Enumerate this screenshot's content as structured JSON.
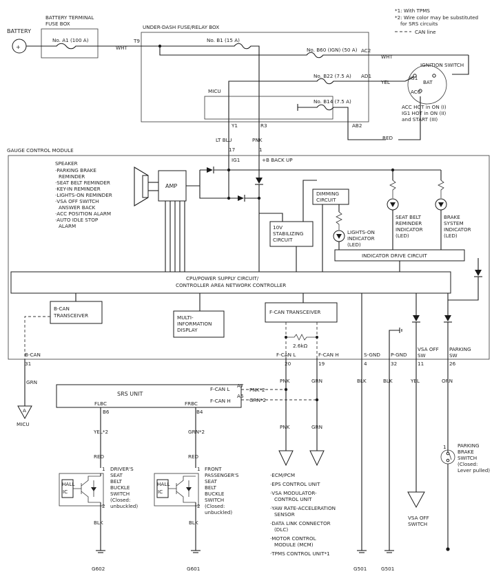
{
  "notes": {
    "n1": "*1: With TPMS",
    "n2a": "*2: Wire color may be substituted",
    "n2b": "for SRS circuits",
    "n3": "CAN line"
  },
  "battery": "BATTERY",
  "battery_fuse_box": {
    "l1": "BATTERY TERMINAL",
    "l2": "FUSE BOX",
    "fuse": "No. A1 (100 A)",
    "wire": "WHT",
    "pin": "T9"
  },
  "underdash": {
    "title": "UNDER-DASH FUSE/RELAY BOX",
    "fuse_b1": "No. B1 (15 A)",
    "fuse_b60": "No. B60 (IGN) (50 A)",
    "fuse_b22": "No. B22 (7.5 A)",
    "fuse_b14": "No. B14 (7.5 A)",
    "micu": "MICU",
    "pin_ac2": "AC2",
    "pin_ad1": "AD1",
    "pin_ab2": "AB2",
    "pin_y1": "Y1",
    "pin_r3": "R3",
    "w_wht": "WHT",
    "w_yel": "YEL",
    "w_red": "RED"
  },
  "ignition": {
    "title": "IGNITION SWITCH",
    "ig1": "IG1",
    "bat": "BAT",
    "acc": "ACC",
    "note1": "ACC HOT in ON (I)",
    "note2": "IG1 HOT in ON (II)",
    "note3": "and START (III)"
  },
  "gcm": {
    "title": "GAUGE CONTROL MODULE",
    "w_ltblu": "LT BLU",
    "w_pnk": "PNK",
    "pin17": "17",
    "pin1": "1",
    "ig1": "IG1",
    "backup": "+B BACK UP",
    "speaker": "SPEAKER",
    "speaker_items": [
      "·PARKING BRAKE",
      "REMINDER",
      "·SEAT BELT REMINDER",
      "·KEY-IN REMINDER",
      "·LIGHTS-ON REMINDER",
      "·VSA OFF SWITCH",
      "ANSWER BACK",
      "·ACC POSITION ALARM",
      "·AUTO IDLE STOP",
      "ALARM"
    ],
    "amp": "AMP",
    "dimming": [
      "DIMMING",
      "CIRCUIT"
    ],
    "stab": [
      "10V",
      "STABILIZING",
      "CIRCUIT"
    ],
    "lights_on": [
      "LIGHTS-ON",
      "INDICATOR",
      "(LED)"
    ],
    "seat_belt": [
      "SEAT BELT",
      "REMINDER",
      "INDICATOR",
      "(LED)"
    ],
    "brake": [
      "BRAKE",
      "SYSTEM",
      "INDICATOR",
      "(LED)"
    ],
    "indicator_drive": "INDICATOR DRIVE CIRCUIT",
    "cpu": [
      "CPU/POWER SUPPLY CIRCUIT/",
      "CONTROLLER AREA NETWORK CONTROLLER"
    ],
    "bcan": [
      "B-CAN",
      "TRANSCEIVER"
    ],
    "multi": [
      "MULTI-",
      "INFORMATION",
      "DISPLAY"
    ],
    "fcan": "F-CAN TRANSCEIVER",
    "resistor": "2.6kΩ",
    "pins": [
      {
        "name": "B-CAN",
        "num": "31",
        "wire": "GRN"
      },
      {
        "name": "F-CAN L",
        "num": "20",
        "wire": "PNK"
      },
      {
        "name": "F-CAN H",
        "num": "19",
        "wire": "GRN"
      },
      {
        "name": "S-GND",
        "num": "4",
        "wire": "BLK"
      },
      {
        "name": "P-GND",
        "num": "32",
        "wire": "BLK"
      },
      {
        "name": "VSA OFF",
        "name2": "SW",
        "num": "11",
        "wire": "YEL"
      },
      {
        "name": "PARKING",
        "name2": "SW",
        "num": "26",
        "wire": "ORN"
      }
    ]
  },
  "micu_conn": {
    "letter": "A",
    "label": "MICU"
  },
  "srs": {
    "title": "SRS UNIT",
    "flbc": "FLBC",
    "frbc": "FRBC",
    "fcanl": "F-CAN L",
    "fcanh": "F-CAN H",
    "pin_a7": "A7",
    "pin_a6": "A6",
    "pin_b6": "B6",
    "pin_b4": "B4",
    "w_pnk2": "PNK*2",
    "w_grn2": "GRN*2",
    "w_yel2": "YEL*2"
  },
  "driver_switch": {
    "w_red": "RED",
    "pin1": "1",
    "pin2": "2",
    "hall": "HALL",
    "ic": "IC",
    "label": [
      "DRIVER'S",
      "SEAT",
      "BELT",
      "BUCKLE",
      "SWITCH",
      "(Closed:",
      "unbuckled)"
    ],
    "w_blk": "BLK",
    "ground": "G602"
  },
  "pass_switch": {
    "w_red": "RED",
    "pin1": "1",
    "pin2": "2",
    "hall": "HALL",
    "ic": "IC",
    "label": [
      "FRONT",
      "PASSENGER'S",
      "SEAT",
      "BELT",
      "BUCKLE",
      "SWITCH",
      "(Closed:",
      "unbuckled)"
    ],
    "w_blk": "BLK",
    "ground": "G601"
  },
  "fcan_targets": [
    "·ECM/PCM",
    "·EPS CONTROL UNIT",
    "·VSA MODULATOR-",
    "CONTROL UNIT",
    "·YAW RATE-ACCELERATION",
    "SENSOR",
    "·DATA LINK CONNECTOR",
    "(DLC)",
    "·MOTOR CONTROL",
    "MODULE (MCM)",
    "·TPMS CONTROL UNIT*1"
  ],
  "grounds": {
    "g1": "G501",
    "g2": "G501"
  },
  "vsa_switch": [
    "VSA OFF",
    "SWITCH"
  ],
  "parking_brake": [
    "PARKING",
    "BRAKE",
    "SWITCH",
    "(Closed:",
    "Lever pulled)"
  ]
}
